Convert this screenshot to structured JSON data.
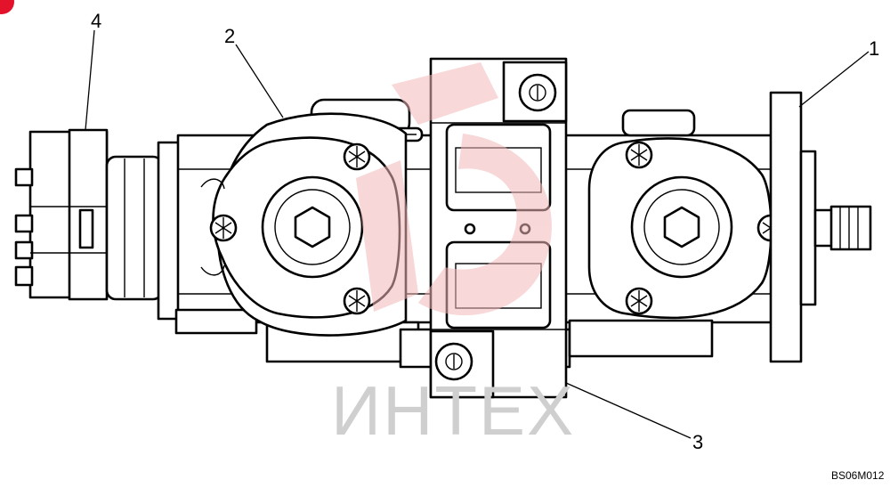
{
  "diagram": {
    "callouts": [
      {
        "id": "1",
        "label": "1"
      },
      {
        "id": "2",
        "label": "2"
      },
      {
        "id": "3",
        "label": "3"
      },
      {
        "id": "4",
        "label": "4"
      }
    ],
    "reference_code": "BS06M012",
    "watermark_text": "ИНТЕХ",
    "colors": {
      "line": "#000000",
      "watermark_logo": "#f2b8b8",
      "watermark_text": "#cfcfcf",
      "corner_badge": "#e3132c"
    }
  }
}
